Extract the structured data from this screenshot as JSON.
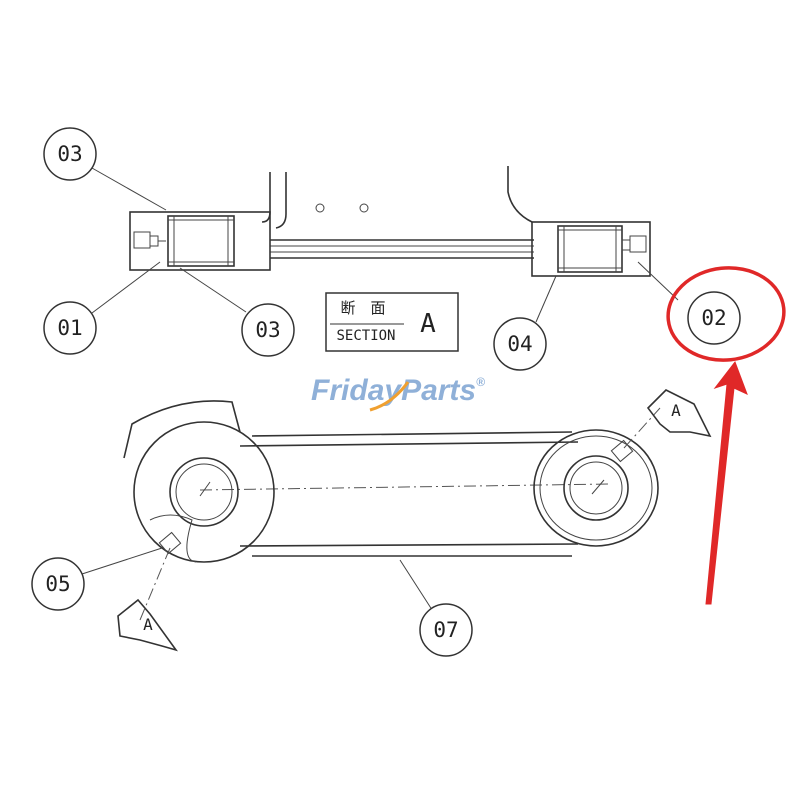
{
  "watermark": {
    "part1": "Friday",
    "part2": "Parts",
    "reg": "®",
    "colors": {
      "friday": "#8FB0D8",
      "parts": "#8FB0D8",
      "accent": "#F0A030"
    }
  },
  "section_box": {
    "kanji": "断　面",
    "word": "SECTION",
    "letter": "A"
  },
  "callouts": [
    "03",
    "01",
    "03",
    "04",
    "02",
    "05",
    "07"
  ],
  "section_marks": [
    "A",
    "A"
  ],
  "highlight": {
    "target": "02",
    "color": "#E02828"
  }
}
